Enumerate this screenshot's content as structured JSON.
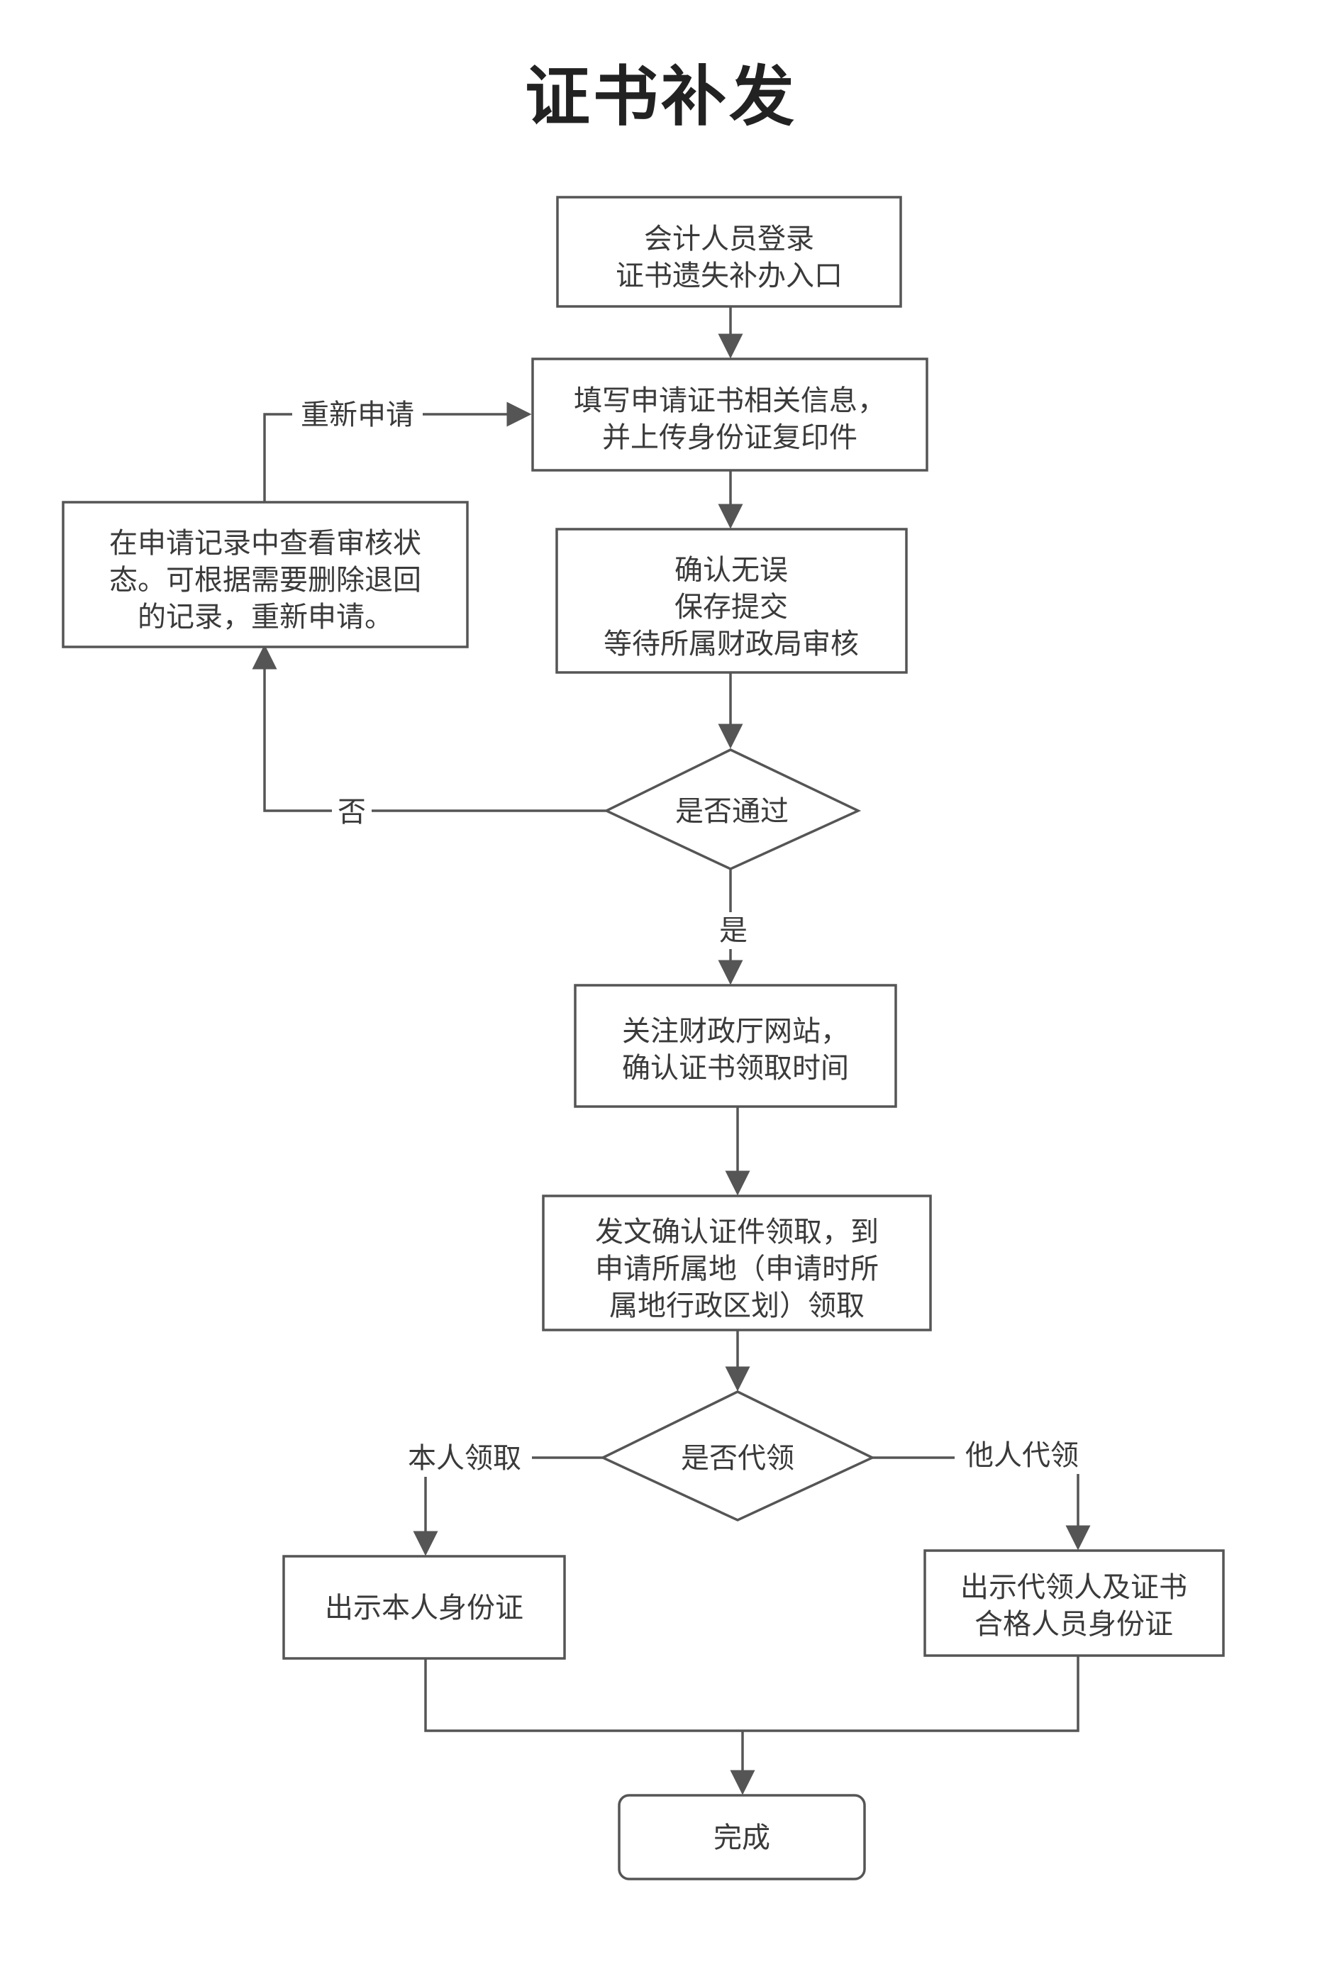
{
  "title": "证书补发",
  "nodes": {
    "login": {
      "lines": [
        "会计人员登录",
        "证书遗失补办入口"
      ]
    },
    "fill_form": {
      "lines": [
        "填写申请证书相关信息，",
        "并上传身份证复印件"
      ]
    },
    "confirm_submit": {
      "lines": [
        "确认无误",
        "保存提交",
        "等待所属财政局审核"
      ]
    },
    "check_status": {
      "lines": [
        "在申请记录中查看审核状",
        "态。可根据需要删除退回",
        "的记录，重新申请。"
      ]
    },
    "approved_q": {
      "lines": [
        "是否通过"
      ]
    },
    "watch_site": {
      "lines": [
        "关注财政厅网站，",
        "确认证书领取时间"
      ]
    },
    "notice": {
      "lines": [
        "发文确认证件领取，到",
        "申请所属地（申请时所",
        "属地行政区划）领取"
      ]
    },
    "proxy_q": {
      "lines": [
        "是否代领"
      ]
    },
    "self_id": {
      "lines": [
        "出示本人身份证"
      ]
    },
    "proxy_id": {
      "lines": [
        "出示代领人及证书",
        "合格人员身份证"
      ]
    },
    "done": {
      "lines": [
        "完成"
      ]
    }
  },
  "edge_labels": {
    "reapply": "重新申请",
    "no": "否",
    "yes": "是",
    "self_pickup": "本人领取",
    "proxy_pickup": "他人代领"
  },
  "colors": {
    "line": "#555555",
    "text": "#3a3a3a",
    "title": "#222222"
  }
}
